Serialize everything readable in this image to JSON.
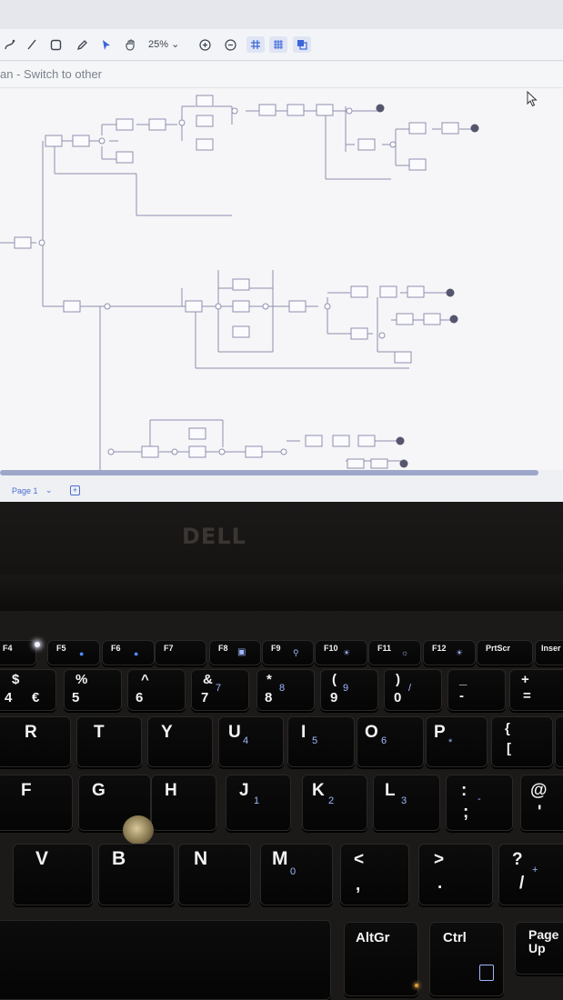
{
  "toolbar": {
    "zoom": "25%",
    "zoom_chevron": "⌄"
  },
  "document": {
    "title": "an - Switch to other"
  },
  "pagebar": {
    "page_label": "Page 1",
    "chevron": "⌄",
    "add": "+"
  },
  "laptop": {
    "brand": "DELL"
  },
  "keys": {
    "f4": "F4",
    "f5": "F5",
    "f6": "F6",
    "f7": "F7",
    "f8": "F8",
    "f9": "F9",
    "f10": "F10",
    "f11": "F11",
    "f12": "F12",
    "prtscr": "PrtScr",
    "insert": "Inser",
    "n4_main": "4",
    "n4_shift": "$",
    "n4_alt": "€",
    "n5_main": "5",
    "n5_shift": "%",
    "n6_main": "6",
    "n6_shift": "^",
    "n7_main": "7",
    "n7_shift": "&",
    "n7_sub": "7",
    "n8_main": "8",
    "n8_shift": "*",
    "n8_sub": "8",
    "n9_main": "9",
    "n9_shift": "(",
    "n9_sub": "9",
    "n0_main": "0",
    "n0_shift": ")",
    "n0_sub": "/",
    "minus_main": "-",
    "minus_shift": "_",
    "equal_main": "=",
    "equal_shift": "+",
    "r": "R",
    "t": "T",
    "y": "Y",
    "u": "U",
    "u_sub": "4",
    "i": "I",
    "i_sub": "5",
    "o": "O",
    "o_sub": "6",
    "p": "P",
    "p_sub": "*",
    "lbrace": "{",
    "lbracket": "[",
    "f": "F",
    "g": "G",
    "h": "H",
    "j": "J",
    "j_sub": "1",
    "k": "K",
    "k_sub": "2",
    "l": "L",
    "l_sub": "3",
    "colon": ":",
    "semicolon": ";",
    "colon_sub": "-",
    "at": "@",
    "quote": "'",
    "v": "V",
    "b": "B",
    "n": "N",
    "m": "M",
    "m_sub": "0",
    "lt": "<",
    "comma": ",",
    "gt": ">",
    "period": ".",
    "question": "?",
    "slash": "/",
    "slash_sub": "+",
    "altgr": "AltGr",
    "ctrl": "Ctrl",
    "pageup": "Page Up"
  },
  "colors": {
    "screen_bg": "#eef0f4",
    "diagram_line": "#8e8fb0",
    "accent": "#4a6fd0",
    "key_bg": "#080808",
    "key_text": "#f2f2f2"
  }
}
